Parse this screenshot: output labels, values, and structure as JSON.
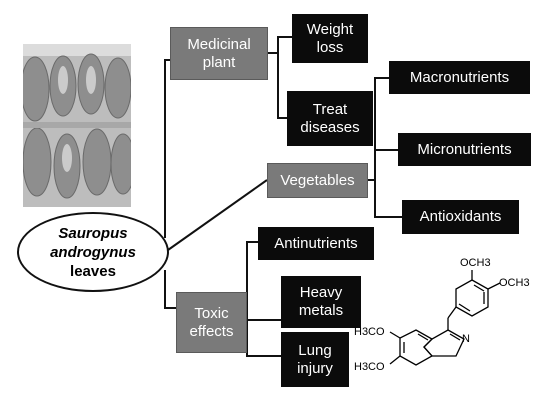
{
  "center": {
    "line1": "Sauropus",
    "line2": "androgynus",
    "line3": "leaves"
  },
  "categories": {
    "medicinal": "Medicinal\nplant",
    "vegetables": "Vegetables",
    "toxic": "Toxic\neffects"
  },
  "leaves": {
    "weight_loss": "Weight\nloss",
    "treat_diseases": "Treat\ndiseases",
    "macronutrients": "Macronutrients",
    "micronutrients": "Micronutrients",
    "antioxidants": "Antioxidants",
    "antinutrients": "Antinutrients",
    "heavy_metals": "Heavy\nmetals",
    "lung_injury": "Lung\ninjury"
  },
  "structure": {
    "methoxy_top": "OCH3",
    "methoxy_right": "OCH3",
    "methoxy_left_top": "H3CO",
    "methoxy_left_bottom": "H3CO",
    "nitrogen": "N"
  },
  "colors": {
    "category_fill": "#7a7a7a",
    "leaf_fill": "#0b0b0b",
    "line": "#111111"
  }
}
